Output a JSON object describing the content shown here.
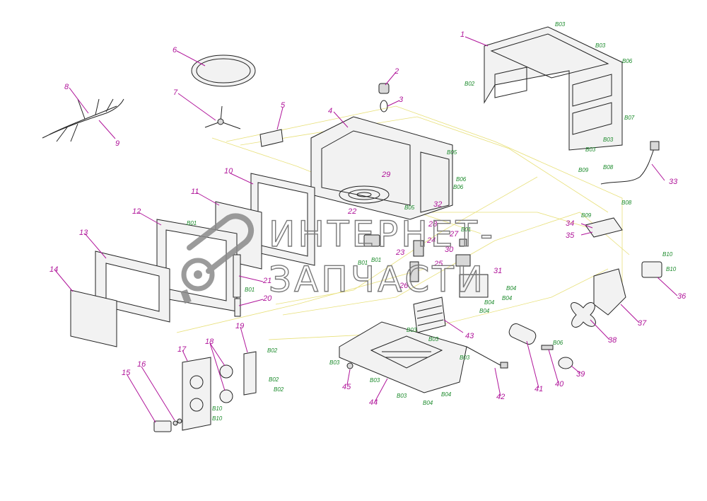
{
  "diagram": {
    "part_numbers": [
      "1",
      "2",
      "3",
      "4",
      "5",
      "6",
      "7",
      "8",
      "9",
      "10",
      "11",
      "12",
      "13",
      "14",
      "15",
      "16",
      "17",
      "18",
      "19",
      "20",
      "21",
      "22",
      "23",
      "24",
      "25",
      "26",
      "27",
      "28",
      "29",
      "30",
      "31",
      "32",
      "33",
      "34",
      "35",
      "36",
      "37",
      "38",
      "39",
      "40",
      "41",
      "42",
      "43",
      "44",
      "45"
    ],
    "screw_codes": [
      "B01",
      "B02",
      "B03",
      "B04",
      "B05",
      "B06",
      "B07",
      "B08",
      "B09",
      "B10"
    ]
  },
  "watermark": {
    "line1": "ИНТЕРНЕТ-",
    "line2": "ЗАПЧАСТИ"
  },
  "colors": {
    "part_label": "#b0159a",
    "screw_label": "#1a8a2a",
    "guide_lines": "#e8e07a",
    "line_art": "#222222",
    "watermark": "#7a7a7a"
  }
}
